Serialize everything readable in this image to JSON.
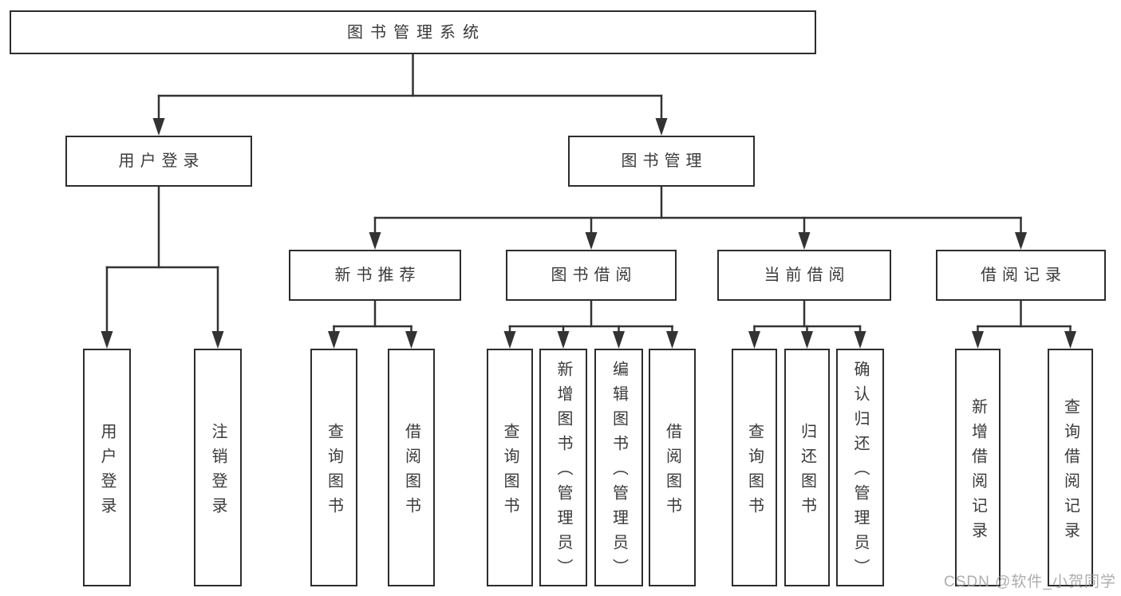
{
  "diagram": {
    "watermark": "CSDN @软件_小贺同学",
    "colors": {
      "line": "#333333",
      "box_border": "#2d2d2d",
      "text": "#3a3a3a",
      "background": "#ffffff",
      "watermark_gray": "#969696"
    },
    "tree": {
      "label": "图书管理系统",
      "children": [
        {
          "label": "用户登录",
          "children": [
            {
              "label": "用户登录"
            },
            {
              "label": "注销登录"
            }
          ]
        },
        {
          "label": "图书管理",
          "children": [
            {
              "label": "新书推荐",
              "children": [
                {
                  "label": "查询图书"
                },
                {
                  "label": "借阅图书"
                }
              ]
            },
            {
              "label": "图书借阅",
              "children": [
                {
                  "label": "查询图书"
                },
                {
                  "label": "新增图书（管理员）"
                },
                {
                  "label": "编辑图书（管理员）"
                },
                {
                  "label": "借阅图书"
                }
              ]
            },
            {
              "label": "当前借阅",
              "children": [
                {
                  "label": "查询图书"
                },
                {
                  "label": "归还图书"
                },
                {
                  "label": "确认归还（管理员）"
                }
              ]
            },
            {
              "label": "借阅记录",
              "children": [
                {
                  "label": "新增借阅记录"
                },
                {
                  "label": "查询借阅记录"
                }
              ]
            }
          ]
        }
      ]
    }
  }
}
